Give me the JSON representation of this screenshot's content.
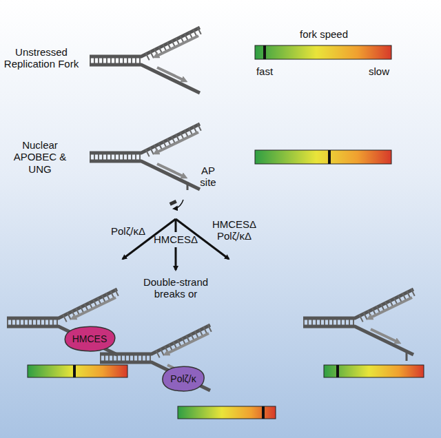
{
  "diagram": {
    "nodes": [
      {
        "text": [
          "HMCES"
        ]
      },
      {
        "text": [
          "Polζ/κ"
        ]
      }
    ],
    "labels": [
      "Unstressed Replication Fork",
      "fork speed",
      "fast",
      "slow",
      "Nuclear APOBEC & UNG",
      "AP site",
      "Polζ/κΔ",
      "HMCESΔ",
      "HMCESΔ Polζ/κΔ",
      "Double-strand breaks or"
    ]
  }
}
